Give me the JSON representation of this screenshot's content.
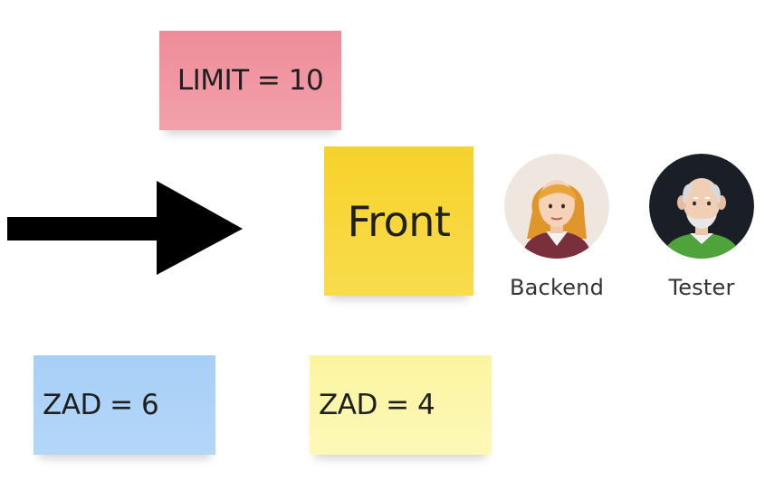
{
  "board": {
    "notes": [
      {
        "id": "limit",
        "text": "LIMIT = 10",
        "color": "#ee8c9a"
      },
      {
        "id": "front",
        "text": "Front",
        "color": "#f7d22b"
      },
      {
        "id": "zad6",
        "text": "ZAD = 6",
        "color": "#a7cff7"
      },
      {
        "id": "zad4",
        "text": "ZAD = 4",
        "color": "#fbf5a1"
      }
    ],
    "arrow": {
      "icon": "arrow-right-icon",
      "color": "#000000"
    },
    "avatars": [
      {
        "label": "Backend",
        "icon": "woman-avatar-icon"
      },
      {
        "label": "Tester",
        "icon": "old-man-avatar-icon"
      }
    ]
  }
}
